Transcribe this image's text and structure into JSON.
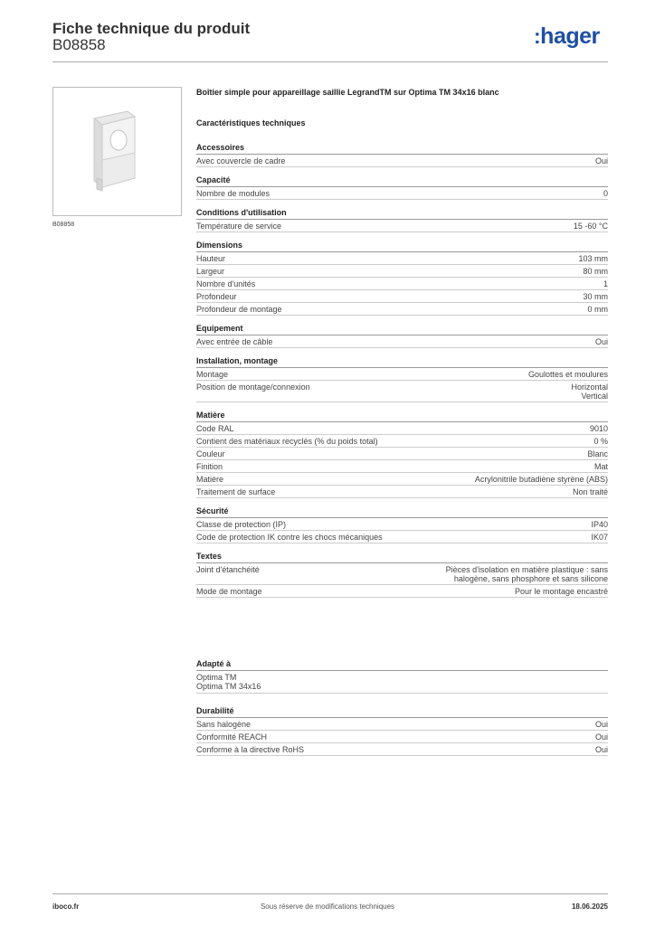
{
  "header": {
    "title": "Fiche technique du produit",
    "reference": "B08858",
    "logo": "hager",
    "logo_color": "#1f4fa0"
  },
  "image_caption": "B08858",
  "product_title": "Boîtier simple pour appareillage saillie LegrandTM sur Optima TM 34x16 blanc",
  "tech_title": "Caractéristiques techniques",
  "sections": [
    {
      "title": "Accessoires",
      "rows": [
        {
          "label": "Avec couvercle de cadre",
          "value": "Oui"
        }
      ]
    },
    {
      "title": "Capacité",
      "rows": [
        {
          "label": "Nombre de modules",
          "value": "0"
        }
      ]
    },
    {
      "title": "Conditions d'utilisation",
      "rows": [
        {
          "label": "Température de service",
          "value": "15 -60 °C"
        }
      ]
    },
    {
      "title": "Dimensions",
      "rows": [
        {
          "label": "Hauteur",
          "value": "103 mm"
        },
        {
          "label": "Largeur",
          "value": "80 mm"
        },
        {
          "label": "Nombre d'unités",
          "value": "1"
        },
        {
          "label": "Profondeur",
          "value": "30 mm"
        },
        {
          "label": "Profondeur de montage",
          "value": "0 mm"
        }
      ]
    },
    {
      "title": "Equipement",
      "rows": [
        {
          "label": "Avec entrée de câble",
          "value": "Oui"
        }
      ]
    },
    {
      "title": "Installation, montage",
      "rows": [
        {
          "label": "Montage",
          "value": "Goulottes et moulures"
        },
        {
          "label": "Position de montage/connexion",
          "value": "Horizontal\nVertical"
        }
      ]
    },
    {
      "title": "Matière",
      "rows": [
        {
          "label": "Code RAL",
          "value": "9010"
        },
        {
          "label": "Contient des matériaux recyclés (% du poids total)",
          "value": "0 %"
        },
        {
          "label": "Couleur",
          "value": "Blanc"
        },
        {
          "label": "Finition",
          "value": "Mat"
        },
        {
          "label": "Matière",
          "value": "Acrylonitrile butadiène styrène (ABS)"
        },
        {
          "label": "Traitement de surface",
          "value": "Non traité"
        }
      ]
    },
    {
      "title": "Sécurité",
      "rows": [
        {
          "label": "Classe de protection (IP)",
          "value": "IP40"
        },
        {
          "label": "Code de protection IK contre les chocs mécaniques",
          "value": "IK07"
        }
      ]
    },
    {
      "title": "Textes",
      "rows": [
        {
          "label": "Joint d'étanchéité",
          "value": "Pièces d'isolation en matière plastique : sans\nhalogène, sans phosphore et sans silicone"
        },
        {
          "label": "Mode de montage",
          "value": "Pour le montage encastré"
        }
      ]
    }
  ],
  "adapted": {
    "title": "Adapté à",
    "items": [
      "Optima TM",
      "Optima TM 34x16"
    ]
  },
  "durability": {
    "title": "Durabilité",
    "rows": [
      {
        "label": "Sans halogène",
        "value": "Oui"
      },
      {
        "label": "Conformité REACH",
        "value": "Oui"
      },
      {
        "label": "Conforme à la directive RoHS",
        "value": "Oui"
      }
    ]
  },
  "footer": {
    "left": "iboco.fr",
    "center": "Sous réserve de modifications techniques",
    "right": "18.06.2025"
  }
}
